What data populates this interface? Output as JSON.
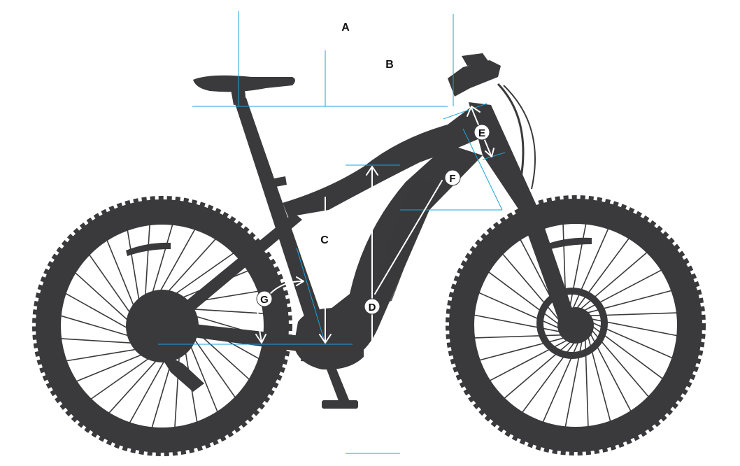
{
  "diagram": {
    "labels": {
      "a": "A",
      "b": "B",
      "c": "C",
      "d": "D",
      "e": "E",
      "f": "F",
      "g": "G"
    }
  },
  "colors": {
    "frame": "#3a3a3c",
    "dimension_line": "#1aa3d9",
    "arrow": "#ffffff",
    "label": "#111111"
  }
}
